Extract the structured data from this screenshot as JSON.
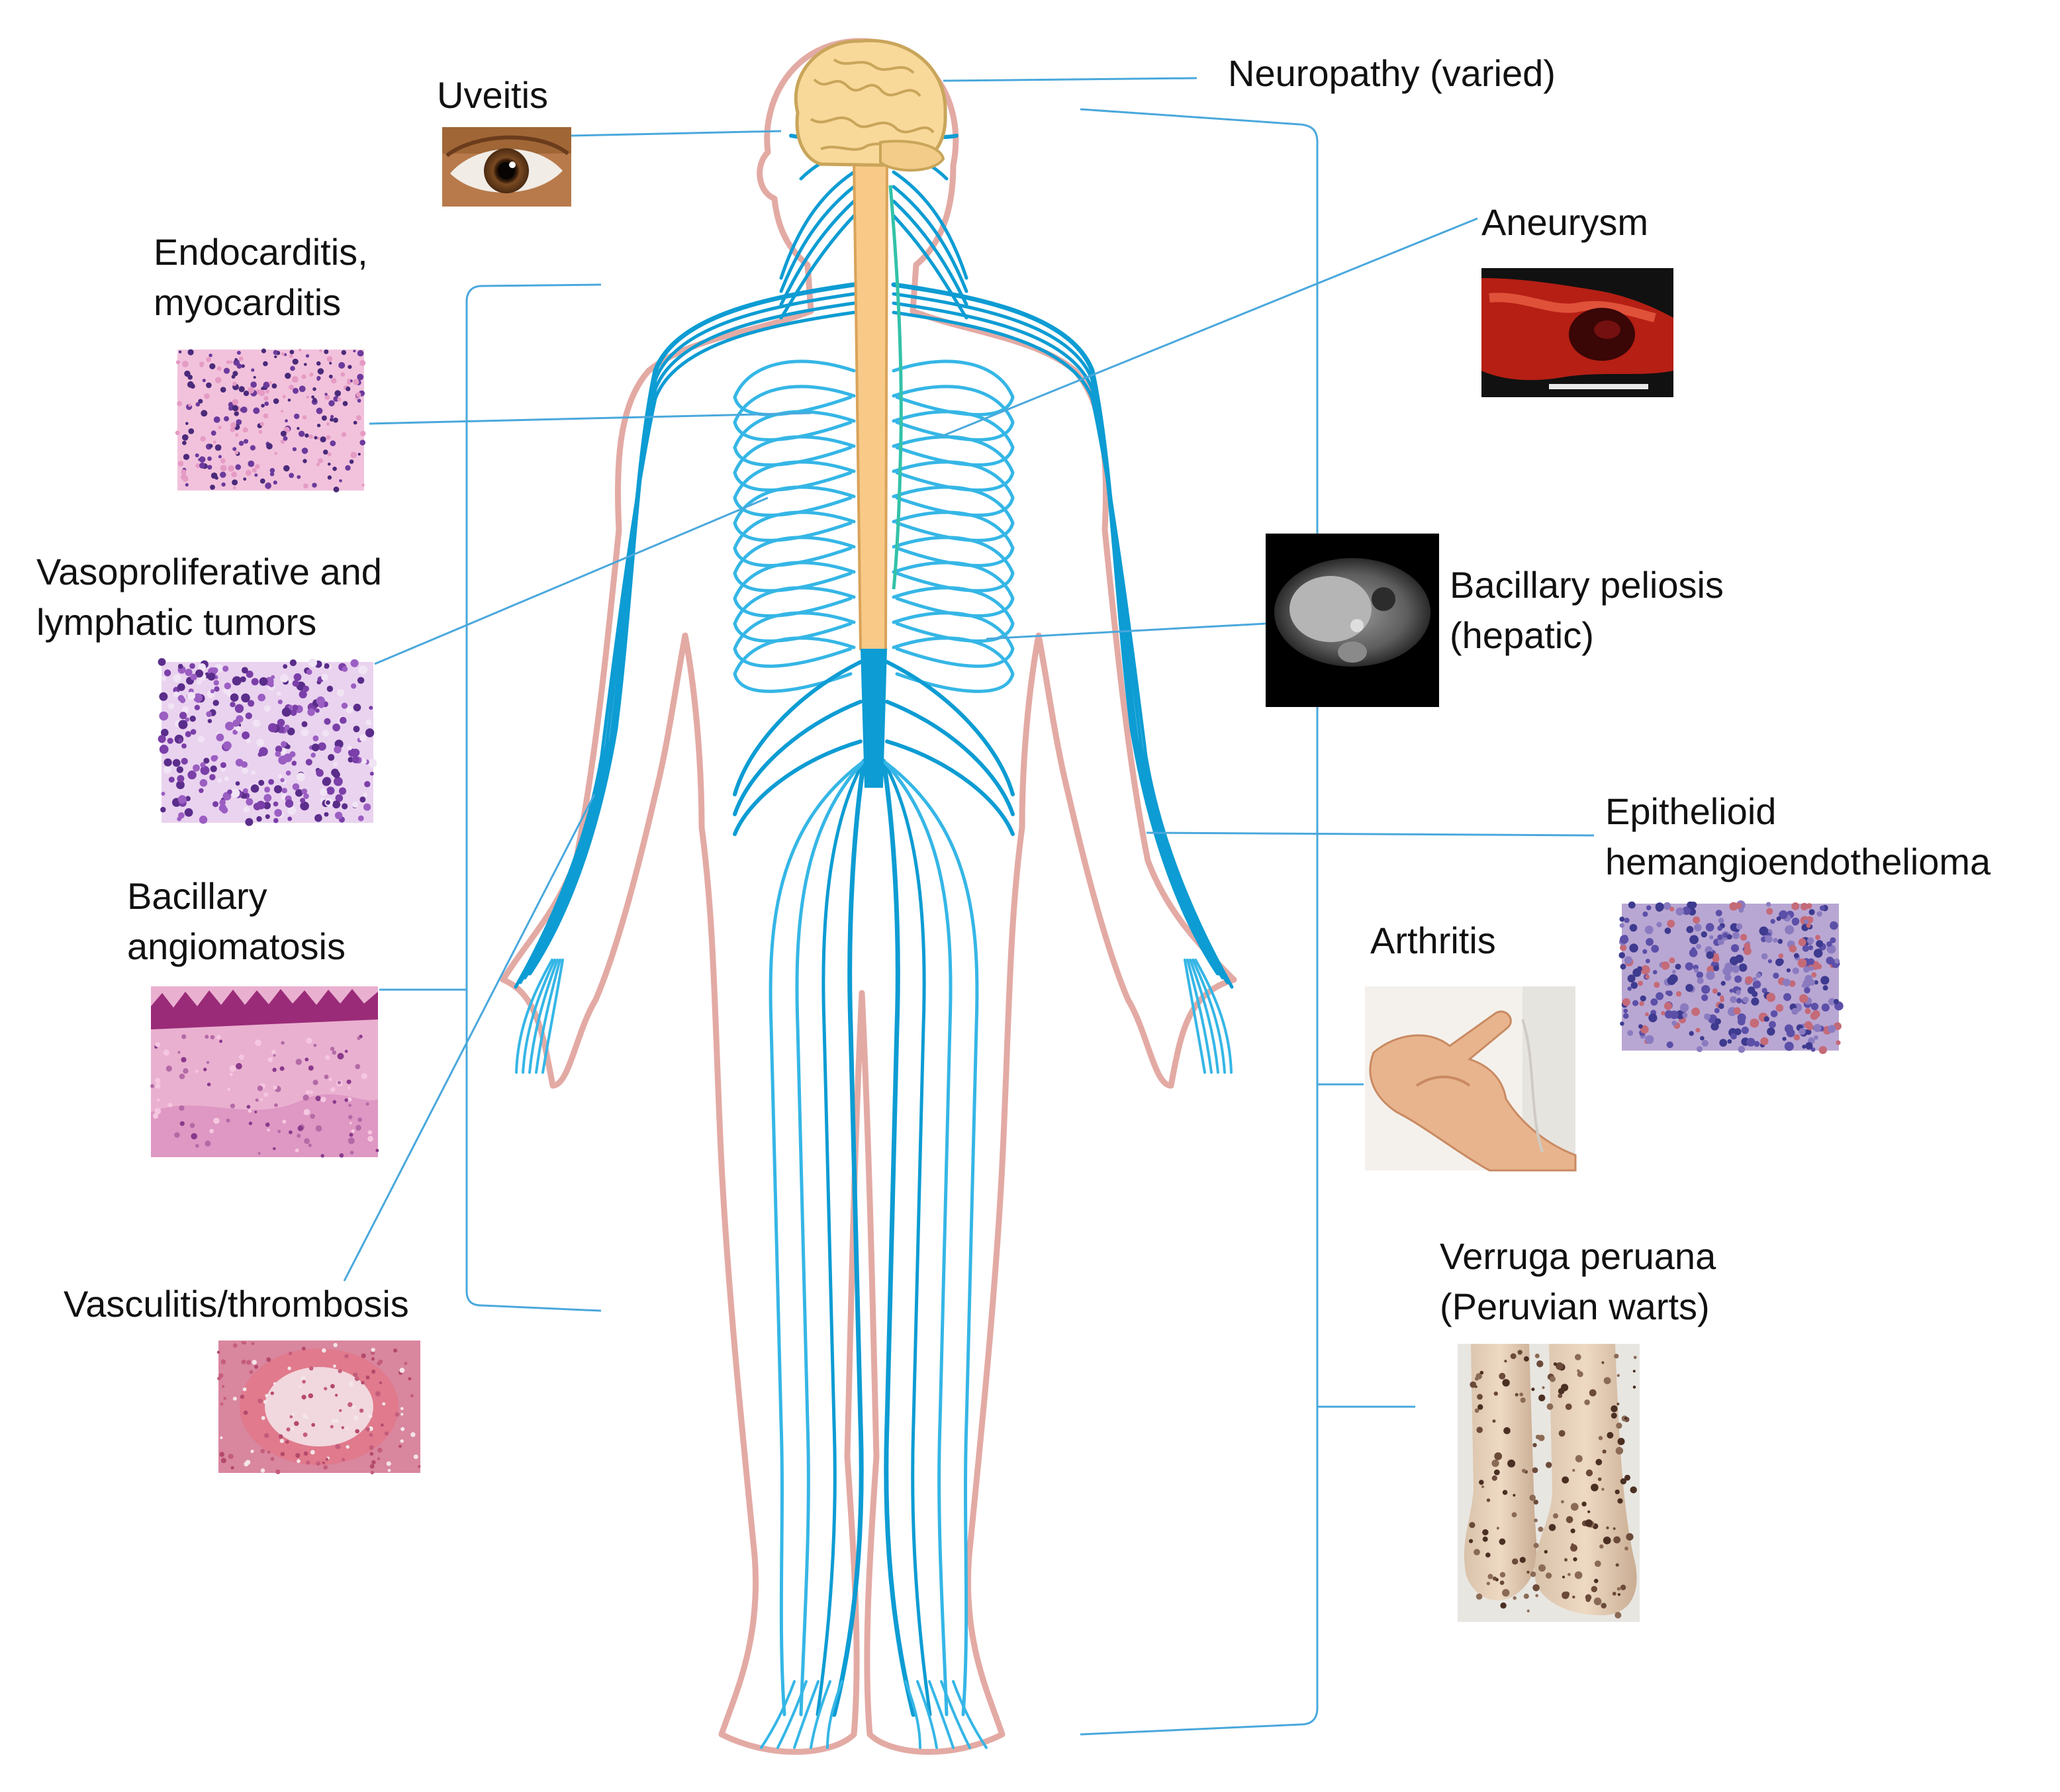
{
  "colors": {
    "nerve": "#0d9cd3",
    "nerve_thin": "#35b6e6",
    "connector": "#4aa8dc",
    "body_outline": "#e3aaa4",
    "spine": "#f8c987",
    "brain": "#f8d99a",
    "text": "#111111"
  },
  "labels": {
    "neuropathy": "Neuropathy (varied)",
    "uveitis": "Uveitis",
    "endocarditis": [
      "Endocarditis,",
      "myocarditis"
    ],
    "aneurysm": "Aneurysm",
    "vasoproliferative": [
      "Vasoproliferative and",
      "lymphatic tumors"
    ],
    "bacillary_peliosis": [
      "Bacillary peliosis",
      "(hepatic)"
    ],
    "bacillary_angiomatosis": [
      "Bacillary",
      "angiomatosis"
    ],
    "epithelioid": [
      "Epithelioid",
      "hemangioendothelioma"
    ],
    "arthritis": "Arthritis",
    "vasculitis": "Vasculitis/thrombosis",
    "verruga": [
      "Verruga peruana",
      "(Peruvian warts)"
    ]
  },
  "images": {
    "eye": "eye-photo",
    "endocarditis": "histology-endocarditis",
    "vasoproliferative": "histology-tumor",
    "angiomatosis": "histology-angiomatosis",
    "vasculitis": "histology-vessel",
    "aneurysm": "aneurysm-photo",
    "peliosis": "mri-liver",
    "epithelioid": "histology-epithelioid",
    "arthritis": "hand-photo",
    "verruga": "legs-warts-photo"
  }
}
